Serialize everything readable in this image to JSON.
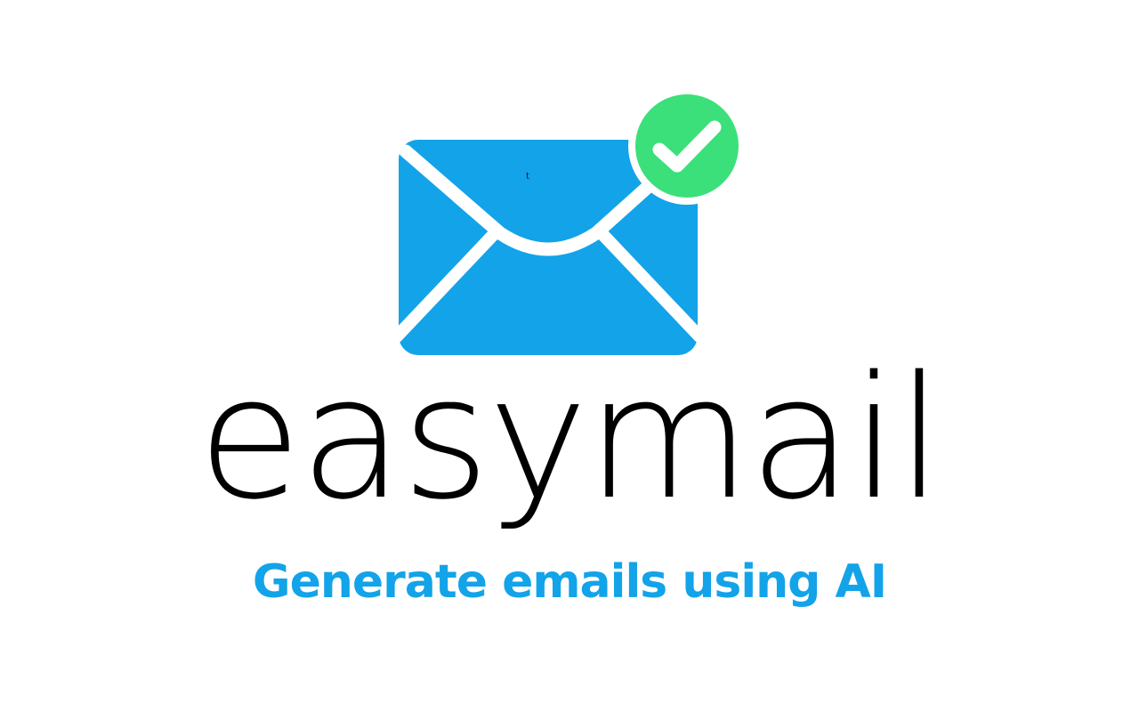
{
  "brand": {
    "name": "easymail",
    "tagline": "Generate emails using AI",
    "stray_mark": "t"
  },
  "icons": {
    "logo": "envelope-with-checkmark-icon",
    "badge": "checkmark-badge-icon"
  },
  "colors": {
    "envelope_blue": "#13a3e8",
    "check_green": "#3be07b",
    "wordmark": "#000000",
    "tagline": "#13a3e8",
    "background": "#ffffff"
  }
}
